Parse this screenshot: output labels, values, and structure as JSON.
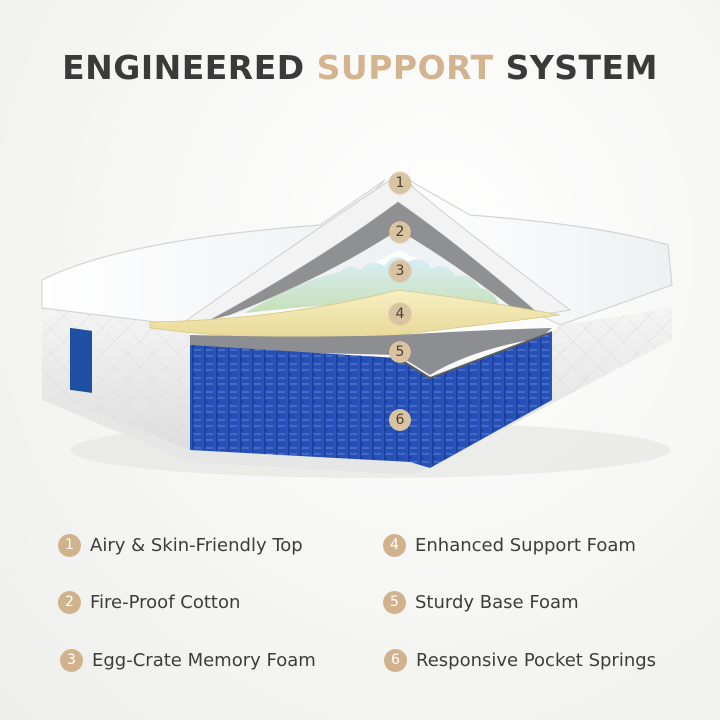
{
  "header": {
    "title_part1": "ENGINEERED",
    "title_accent": "SUPPORT",
    "title_part3": "SYSTEM"
  },
  "colors": {
    "title_dark": "#3a3a3a",
    "title_accent": "#d3b48e",
    "badge": "#d0b38c",
    "springs_blue": "#1f47a8",
    "memory_foam_blue": "#cfe3ee",
    "support_foam_yellow": "#f2e7b0",
    "base_foam_gray": "#8f9093"
  },
  "diagram": {
    "markers": [
      {
        "number": "1"
      },
      {
        "number": "2"
      },
      {
        "number": "3"
      },
      {
        "number": "4"
      },
      {
        "number": "5"
      },
      {
        "number": "6"
      }
    ]
  },
  "legend": {
    "items": [
      {
        "number": "1",
        "label": "Airy & Skin-Friendly Top"
      },
      {
        "number": "2",
        "label": "Fire-Proof Cotton"
      },
      {
        "number": "3",
        "label": "Egg-Crate Memory Foam"
      },
      {
        "number": "4",
        "label": "Enhanced Support Foam"
      },
      {
        "number": "5",
        "label": "Sturdy Base Foam"
      },
      {
        "number": "6",
        "label": "Responsive Pocket Springs"
      }
    ]
  }
}
